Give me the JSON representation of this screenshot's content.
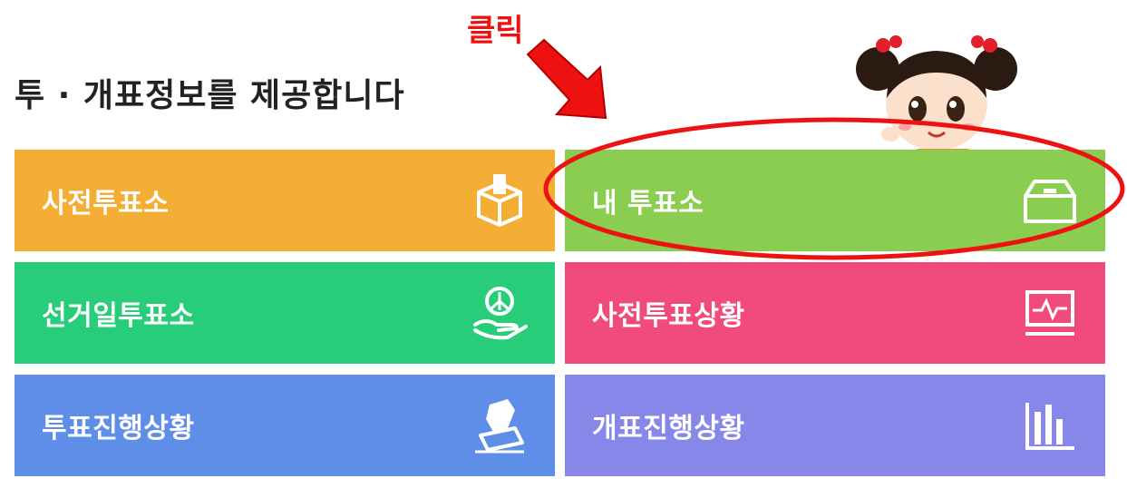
{
  "heading": "투 · 개표정보를 제공합니다",
  "annotation": {
    "label": "클릭",
    "color": "#ee1111"
  },
  "tiles": [
    {
      "label": "사전투표소",
      "color": "#f4ad35",
      "icon": "ballot-box-icon"
    },
    {
      "label": "내 투표소",
      "color": "#8bcd50",
      "icon": "inbox-icon"
    },
    {
      "label": "선거일투표소",
      "color": "#27cd78",
      "icon": "hand-vote-icon"
    },
    {
      "label": "사전투표상황",
      "color": "#f04b7c",
      "icon": "monitor-pulse-icon"
    },
    {
      "label": "투표진행상황",
      "color": "#5e8ee8",
      "icon": "hand-ballot-icon"
    },
    {
      "label": "개표진행상황",
      "color": "#8787e9",
      "icon": "bar-chart-icon"
    }
  ]
}
